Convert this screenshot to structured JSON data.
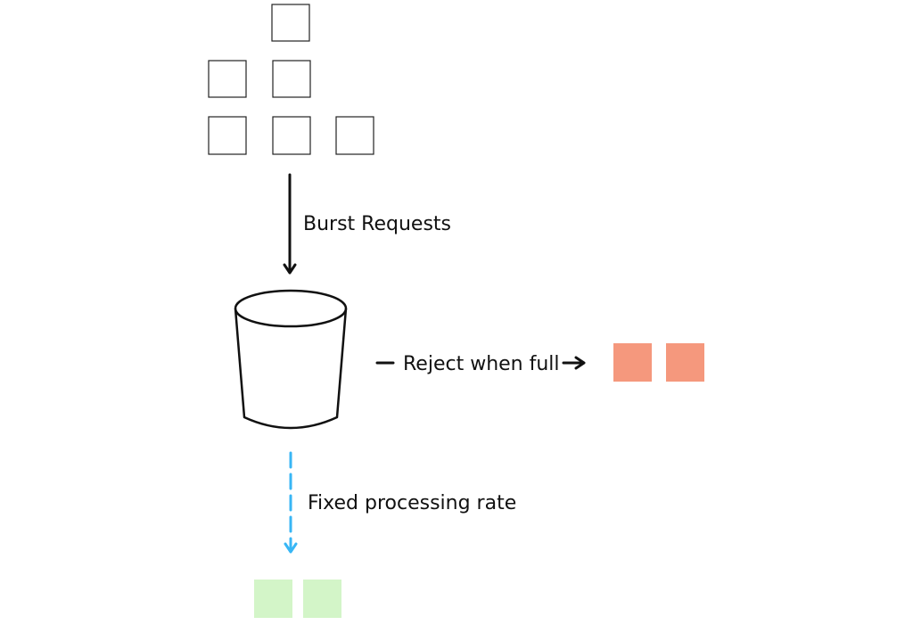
{
  "labels": {
    "burst": "Burst Requests",
    "reject": "Reject when full",
    "fixed": "Fixed processing rate"
  },
  "colors": {
    "incoming_stroke": "#222222",
    "rejected_fill": "#f5987d",
    "processed_fill": "#d3f5c8",
    "flow_arrow": "#111111",
    "processing_arrow": "#38b6f5"
  },
  "counts": {
    "incoming_requests": 6,
    "rejected_requests": 2,
    "processed_requests": 2
  }
}
